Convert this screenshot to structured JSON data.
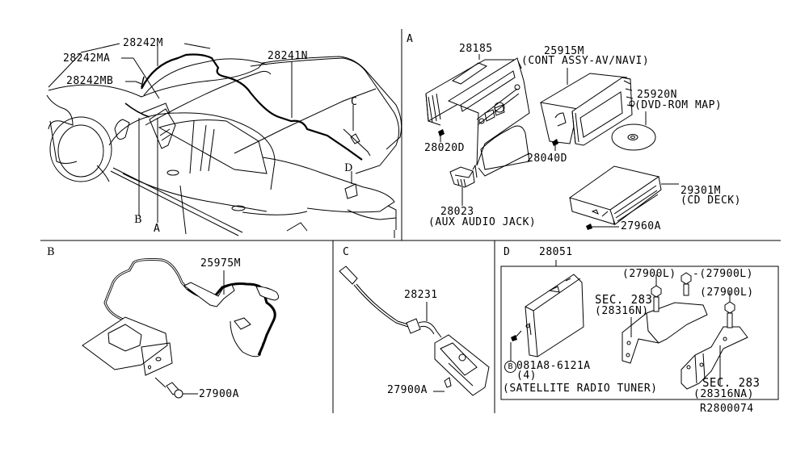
{
  "diagram": {
    "diagram_id": "R2800074",
    "overview": {
      "labels": {
        "p28242M": "28242M",
        "p28242MA": "28242MA",
        "p28242MB": "28242MB",
        "p28241N": "28241N",
        "callout_a": "A",
        "callout_b": "B",
        "callout_c": "C",
        "callout_d": "D"
      }
    },
    "panel_a": {
      "letter": "A",
      "parts": {
        "p28185": "28185",
        "p25915M": "25915M",
        "p25915M_desc": "(CONT ASSY-AV/NAVI)",
        "p25920N": "25920N",
        "p25920N_desc": "(DVD-ROM MAP)",
        "p28020D": "28020D",
        "p28040D": "28040D",
        "p28023": "28023",
        "p28023_desc": "(AUX AUDIO JACK)",
        "p29301M": "29301M",
        "p29301M_desc": "(CD DECK)",
        "p27960A": "27960A"
      }
    },
    "panel_b": {
      "letter": "B",
      "parts": {
        "p25975M": "25975M",
        "p27900A": "27900A"
      }
    },
    "panel_c": {
      "letter": "C",
      "parts": {
        "p28231": "28231",
        "p27900A": "27900A"
      }
    },
    "panel_d": {
      "letter": "D",
      "parts": {
        "p28051": "28051",
        "bolt_b_symbol": "B",
        "bolt_b": "081A8-6121A",
        "bolt_b_qty": "(4)",
        "p28051_desc": "(SATELLITE RADIO TUNER)",
        "p27900L_1": "(27900L)",
        "p27900L_2": "-(27900L)",
        "p27900L_3": "(27900L)",
        "sec283_1": "SEC. 283",
        "sec283_1_ref": "(28316N)",
        "sec283_2": "SEC. 283",
        "sec283_2_ref": "(28316NA)"
      }
    }
  }
}
